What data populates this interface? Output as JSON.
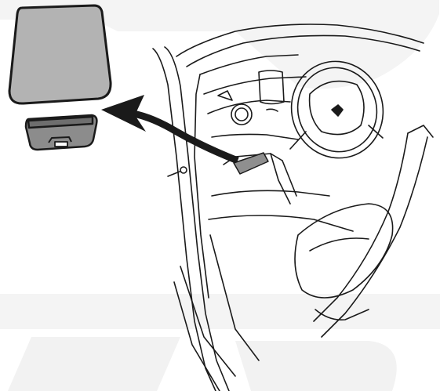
{
  "figure": {
    "parts": [
      "watermark",
      "fuse-panel-cover",
      "obd-connector",
      "callout-arrow",
      "car-interior-door-opening",
      "highlighted-location"
    ]
  },
  "colors": {
    "line": "#1a1a1a",
    "panel_fill": "#b3b3b3",
    "connector_fill": "#8c8c8c",
    "highlight_fill": "#8f8f8f",
    "watermark": "#f0f0f0",
    "background": "#ffffff"
  }
}
